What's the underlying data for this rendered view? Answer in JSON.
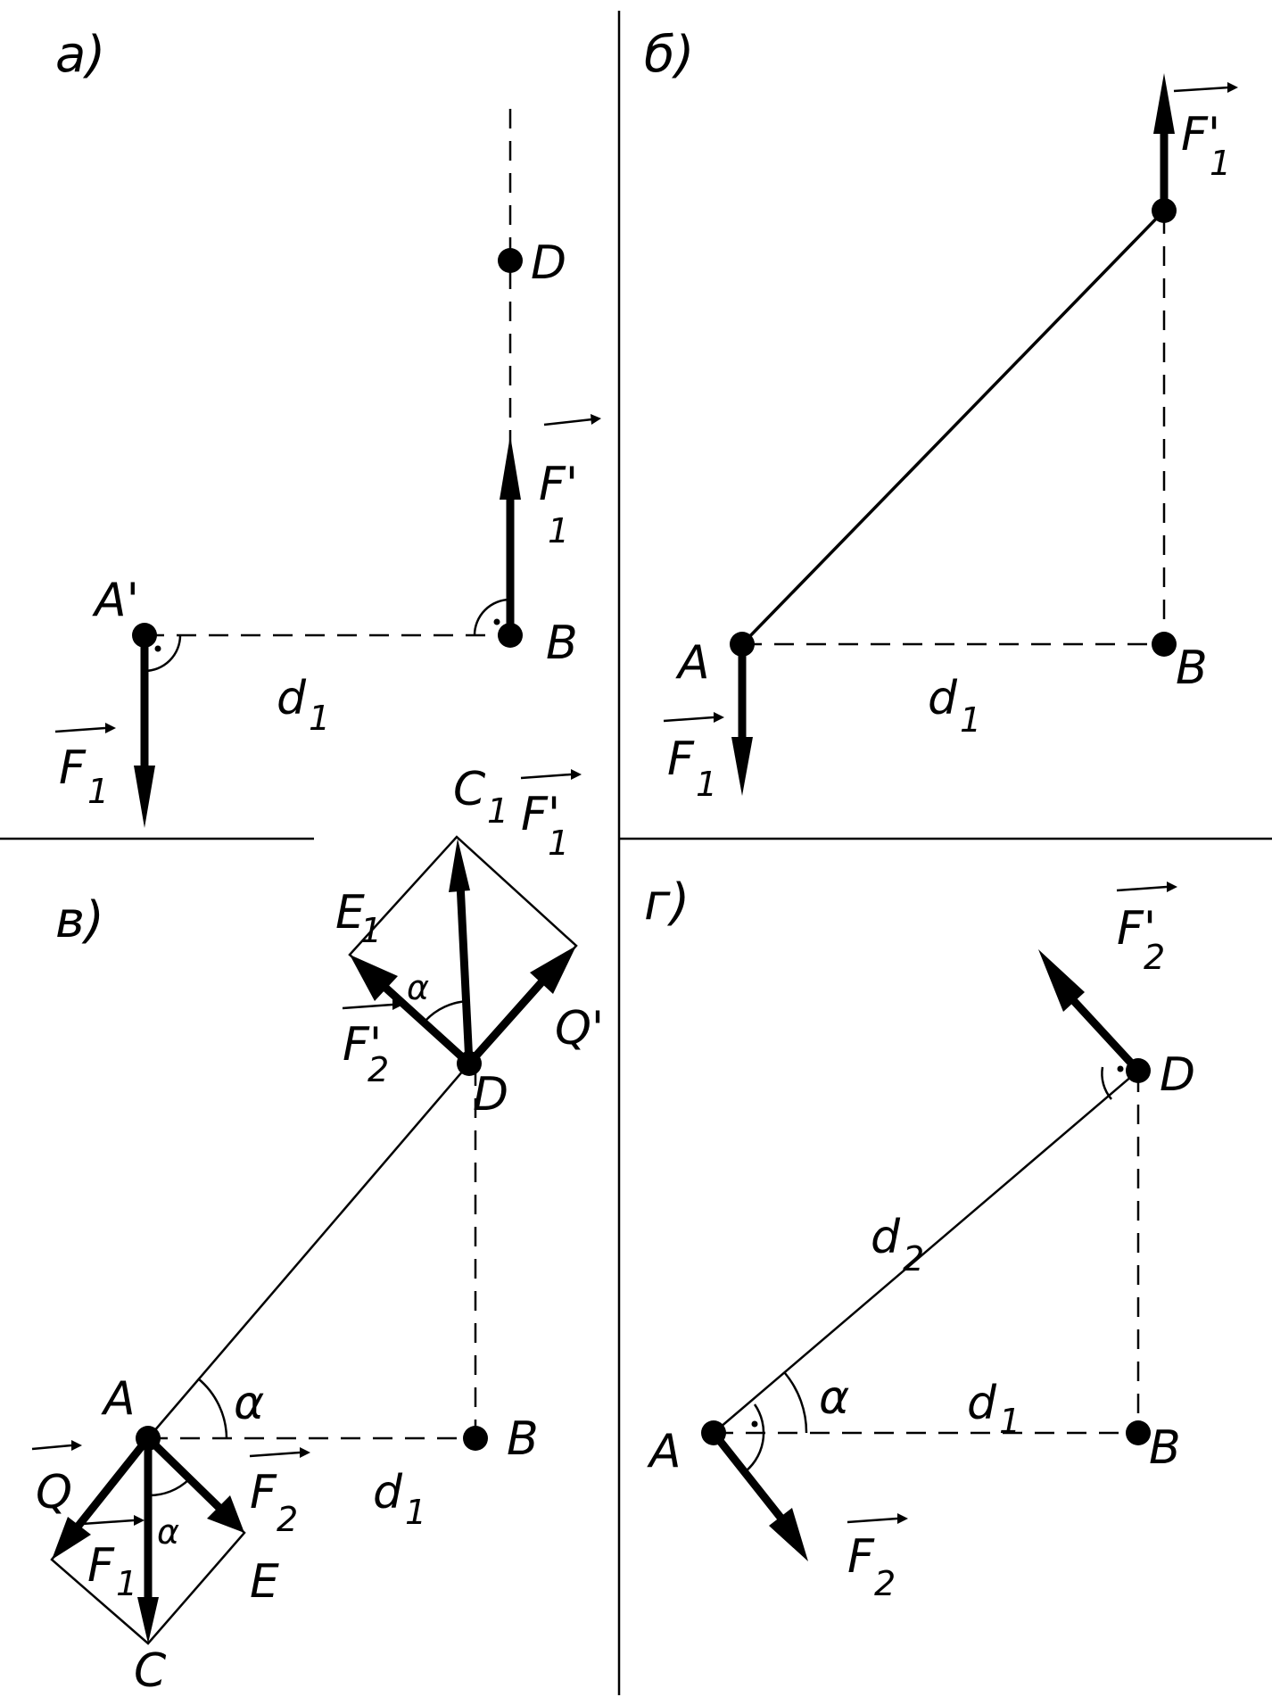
{
  "panels": {
    "a": {
      "label": "а)",
      "points": {
        "A": "A'",
        "B": "B",
        "D": "D"
      },
      "forces": {
        "F1": "F",
        "F1_sub": "1",
        "F1p": "F'",
        "F1p_sub": "1"
      },
      "distance": {
        "d": "d",
        "sub": "1"
      }
    },
    "b": {
      "label": "б)",
      "points": {
        "A": "A",
        "B": "B"
      },
      "forces": {
        "F1": "F",
        "F1_sub": "1",
        "F1p": "F'",
        "F1p_sub": "1"
      },
      "distance": {
        "d": "d",
        "sub": "1"
      }
    },
    "v": {
      "label": "в)",
      "points": {
        "A": "A",
        "B": "B",
        "C": "C",
        "C1": "C",
        "C1_sub": "1",
        "D": "D",
        "E": "E",
        "E1": "E",
        "E1_sub": "1"
      },
      "forces": {
        "F1": "F",
        "F1_sub": "1",
        "F1p": "F'",
        "F1p_sub": "1",
        "F2": "F",
        "F2_sub": "2",
        "F2p": "F'",
        "F2p_sub": "2",
        "Q": "Q",
        "Qp": "Q'"
      },
      "angle": "α",
      "distance": {
        "d": "d",
        "sub": "1"
      }
    },
    "g": {
      "label": "г)",
      "points": {
        "A": "A",
        "B": "B",
        "D": "D"
      },
      "forces": {
        "F2": "F",
        "F2_sub": "2",
        "F2p": "F'",
        "F2p_sub": "2"
      },
      "angle": "α",
      "distances": {
        "d1": "d",
        "d1_sub": "1",
        "d2": "d",
        "d2_sub": "2"
      }
    }
  }
}
